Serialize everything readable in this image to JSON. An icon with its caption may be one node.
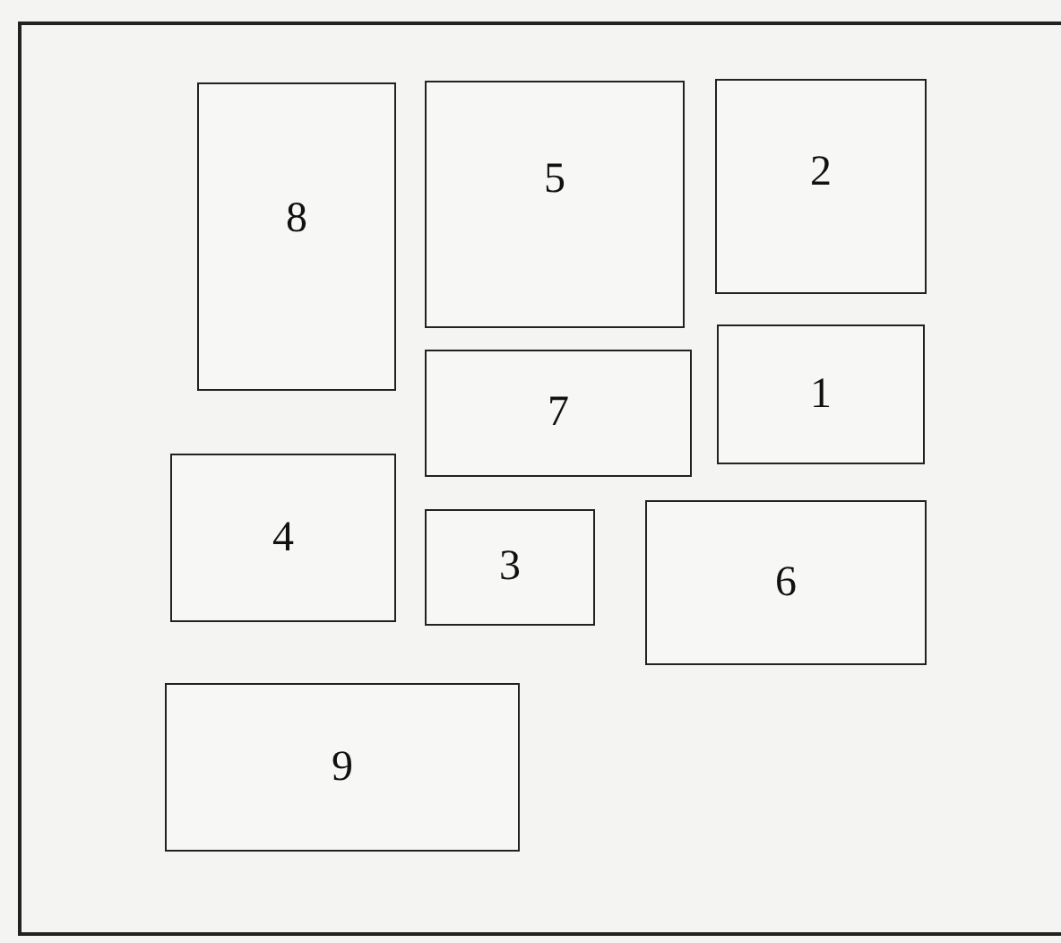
{
  "diagram": {
    "nodes": [
      {
        "text": [
          "8"
        ]
      },
      {
        "text": [
          "5"
        ]
      },
      {
        "text": [
          "2"
        ]
      },
      {
        "text": [
          "7"
        ]
      },
      {
        "text": [
          "1"
        ]
      },
      {
        "text": [
          "4"
        ]
      },
      {
        "text": [
          "3"
        ]
      },
      {
        "text": [
          "6"
        ]
      },
      {
        "text": [
          "9"
        ]
      }
    ]
  }
}
